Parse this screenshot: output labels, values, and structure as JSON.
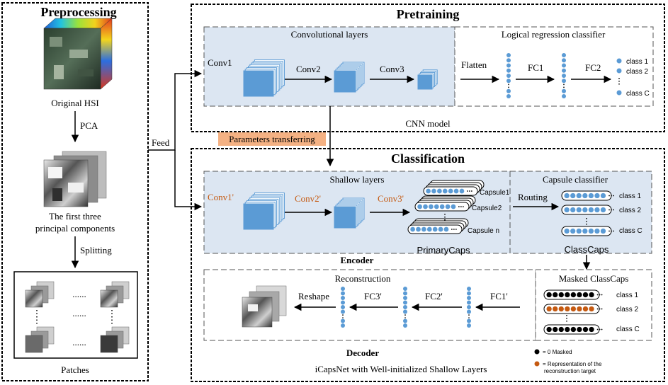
{
  "colors": {
    "panel": "#dce6f2",
    "cube": "#5b9bd5",
    "node": "#5b9bd5",
    "accent_text": "#c55a11",
    "transfer_bg": "#f4b183",
    "masked_node": "#000000",
    "target_node": "#c55a11"
  },
  "preprocessing": {
    "title": "Preprocessing",
    "original_label": "Original HSI",
    "pca_label": "PCA",
    "pc_label_1": "The first three",
    "pc_label_2": "principal components",
    "splitting_label": "Splitting",
    "dots": "......",
    "patches_label": "Patches"
  },
  "feed_label": "Feed",
  "pretraining": {
    "title": "Pretraining",
    "conv_panel_title": "Convolutional layers",
    "conv1": "Conv1",
    "conv2": "Conv2",
    "conv3": "Conv3",
    "lr_panel_title": "Logical regression classifier",
    "flatten": "Flatten",
    "fc1": "FC1",
    "fc2": "FC2",
    "class_1": "class 1",
    "class_2": "class 2",
    "class_c": "class C",
    "model_label": "CNN model"
  },
  "transfer_label": "Parameters   transferring",
  "classification": {
    "title": "Classification",
    "shallow_title": "Shallow layers",
    "conv1p": "Conv1'",
    "conv2p": "Conv2'",
    "conv3p": "Conv3'",
    "capsule1": "Capsule1",
    "capsule2": "Capsule2",
    "capsule_n": "Capsule n",
    "primary_caps": "PrimaryCaps",
    "capsule_classifier_title": "Capsule classifier",
    "routing": "Routing",
    "class_1": "class 1",
    "class_2": "class 2",
    "class_c": "class C",
    "class_caps": "ClassCaps",
    "encoder": "Encoder",
    "reconstruction": "Reconstruction",
    "reshape": "Reshape",
    "fc3p": "FC3'",
    "fc2p": "FC2'",
    "fc1p": "FC1'",
    "masked_title": "Masked ClassCaps",
    "m_class_1": "class 1",
    "m_class_2": "class 2",
    "m_class_c": "class C",
    "decoder": "Decoder",
    "model_label": "iCapsNet with Well-initialized Shallow Layers",
    "legend_masked": "= 0 Masked",
    "legend_target_1": "= Representation of the",
    "legend_target_2": "reconstruction target"
  }
}
